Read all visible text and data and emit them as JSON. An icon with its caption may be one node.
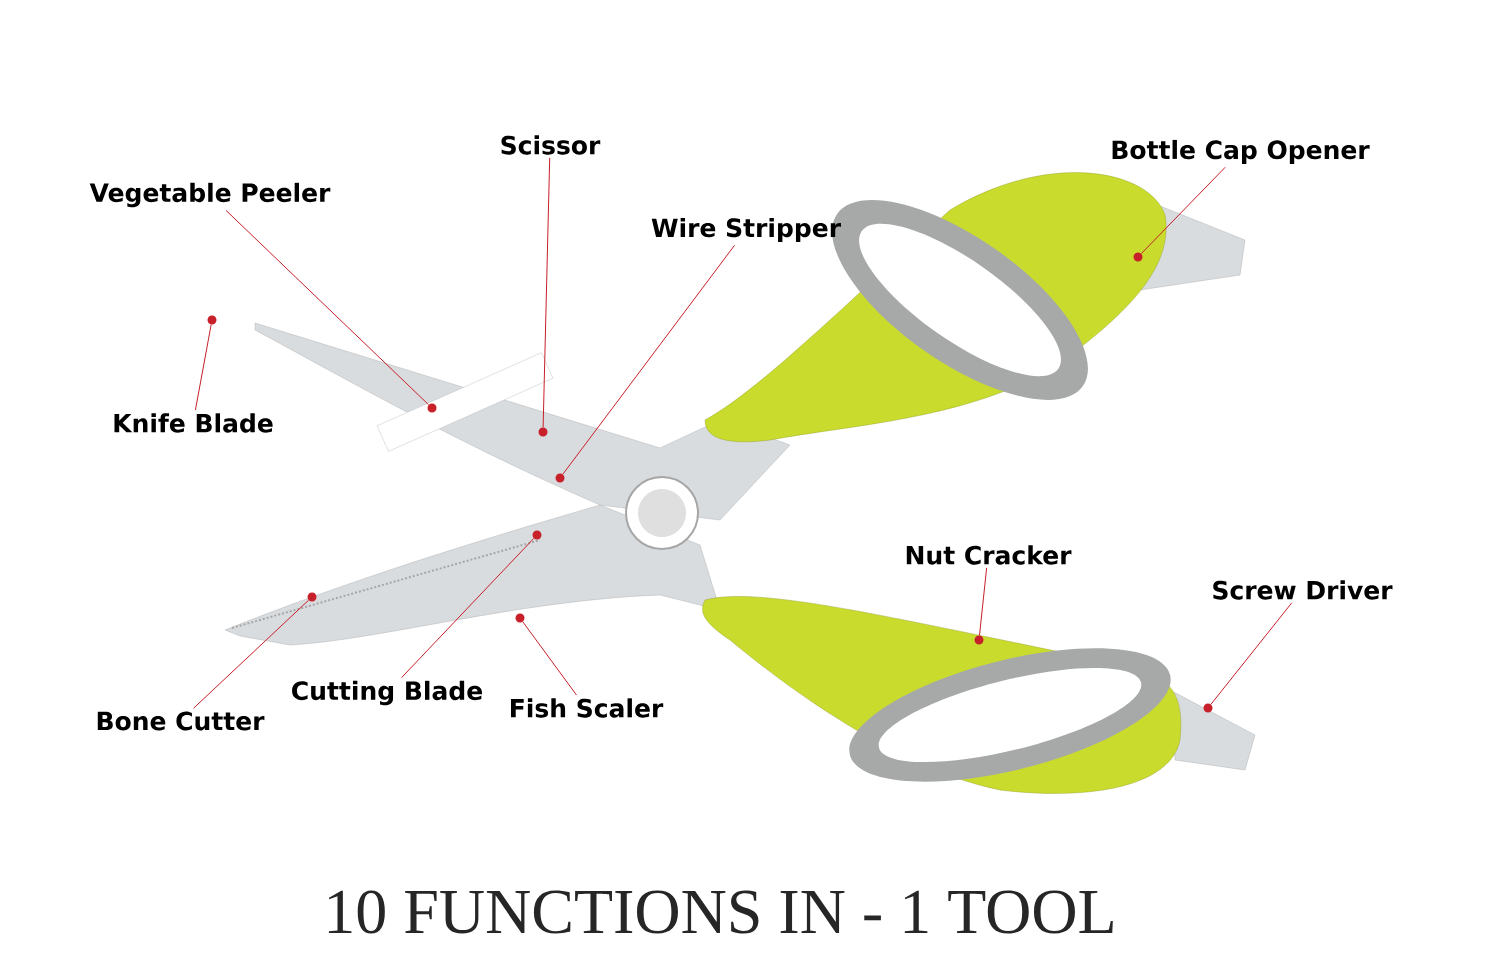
{
  "diagram": {
    "title": "10 FUNCTIONS IN - 1 TOOL",
    "nodes": [
      {
        "text": [
          "Scissor"
        ]
      },
      {
        "text": [
          "Bottle Cap Opener"
        ]
      },
      {
        "text": [
          "Vegetable Peeler"
        ]
      },
      {
        "text": [
          "Wire Stripper"
        ]
      },
      {
        "text": [
          "Knife Blade"
        ]
      },
      {
        "text": [
          "Nut  Cracker"
        ]
      },
      {
        "text": [
          "Screw Driver"
        ]
      },
      {
        "text": [
          "Cutting Blade"
        ]
      },
      {
        "text": [
          "Bone Cutter"
        ]
      },
      {
        "text": [
          "Fish Scaler"
        ]
      },
      {
        "text": [],
        "shape": "circle"
      },
      {
        "text": [],
        "shape": "circle"
      },
      {
        "text": [],
        "shape": "circle"
      },
      {
        "text": [],
        "shape": "circle"
      },
      {
        "text": [],
        "shape": "circle"
      },
      {
        "text": [],
        "shape": "circle"
      },
      {
        "text": [],
        "shape": "circle"
      },
      {
        "text": [],
        "shape": "circle"
      },
      {
        "text": [],
        "shape": "circle"
      },
      {
        "text": [],
        "shape": "circle"
      }
    ],
    "edges": [
      {
        "from": 0,
        "to": 10,
        "arrow": "none"
      },
      {
        "from": 1,
        "to": 11,
        "arrow": "none"
      },
      {
        "from": 2,
        "to": 12,
        "arrow": "none"
      },
      {
        "from": 3,
        "to": 13,
        "arrow": "none"
      },
      {
        "from": 4,
        "to": 14,
        "arrow": "none"
      },
      {
        "from": 5,
        "to": 15,
        "arrow": "none"
      },
      {
        "from": 6,
        "to": 16,
        "arrow": "none"
      },
      {
        "from": 7,
        "to": 17,
        "arrow": "none"
      },
      {
        "from": 8,
        "to": 18,
        "arrow": "none"
      },
      {
        "from": 9,
        "to": 19,
        "arrow": "none"
      }
    ]
  }
}
